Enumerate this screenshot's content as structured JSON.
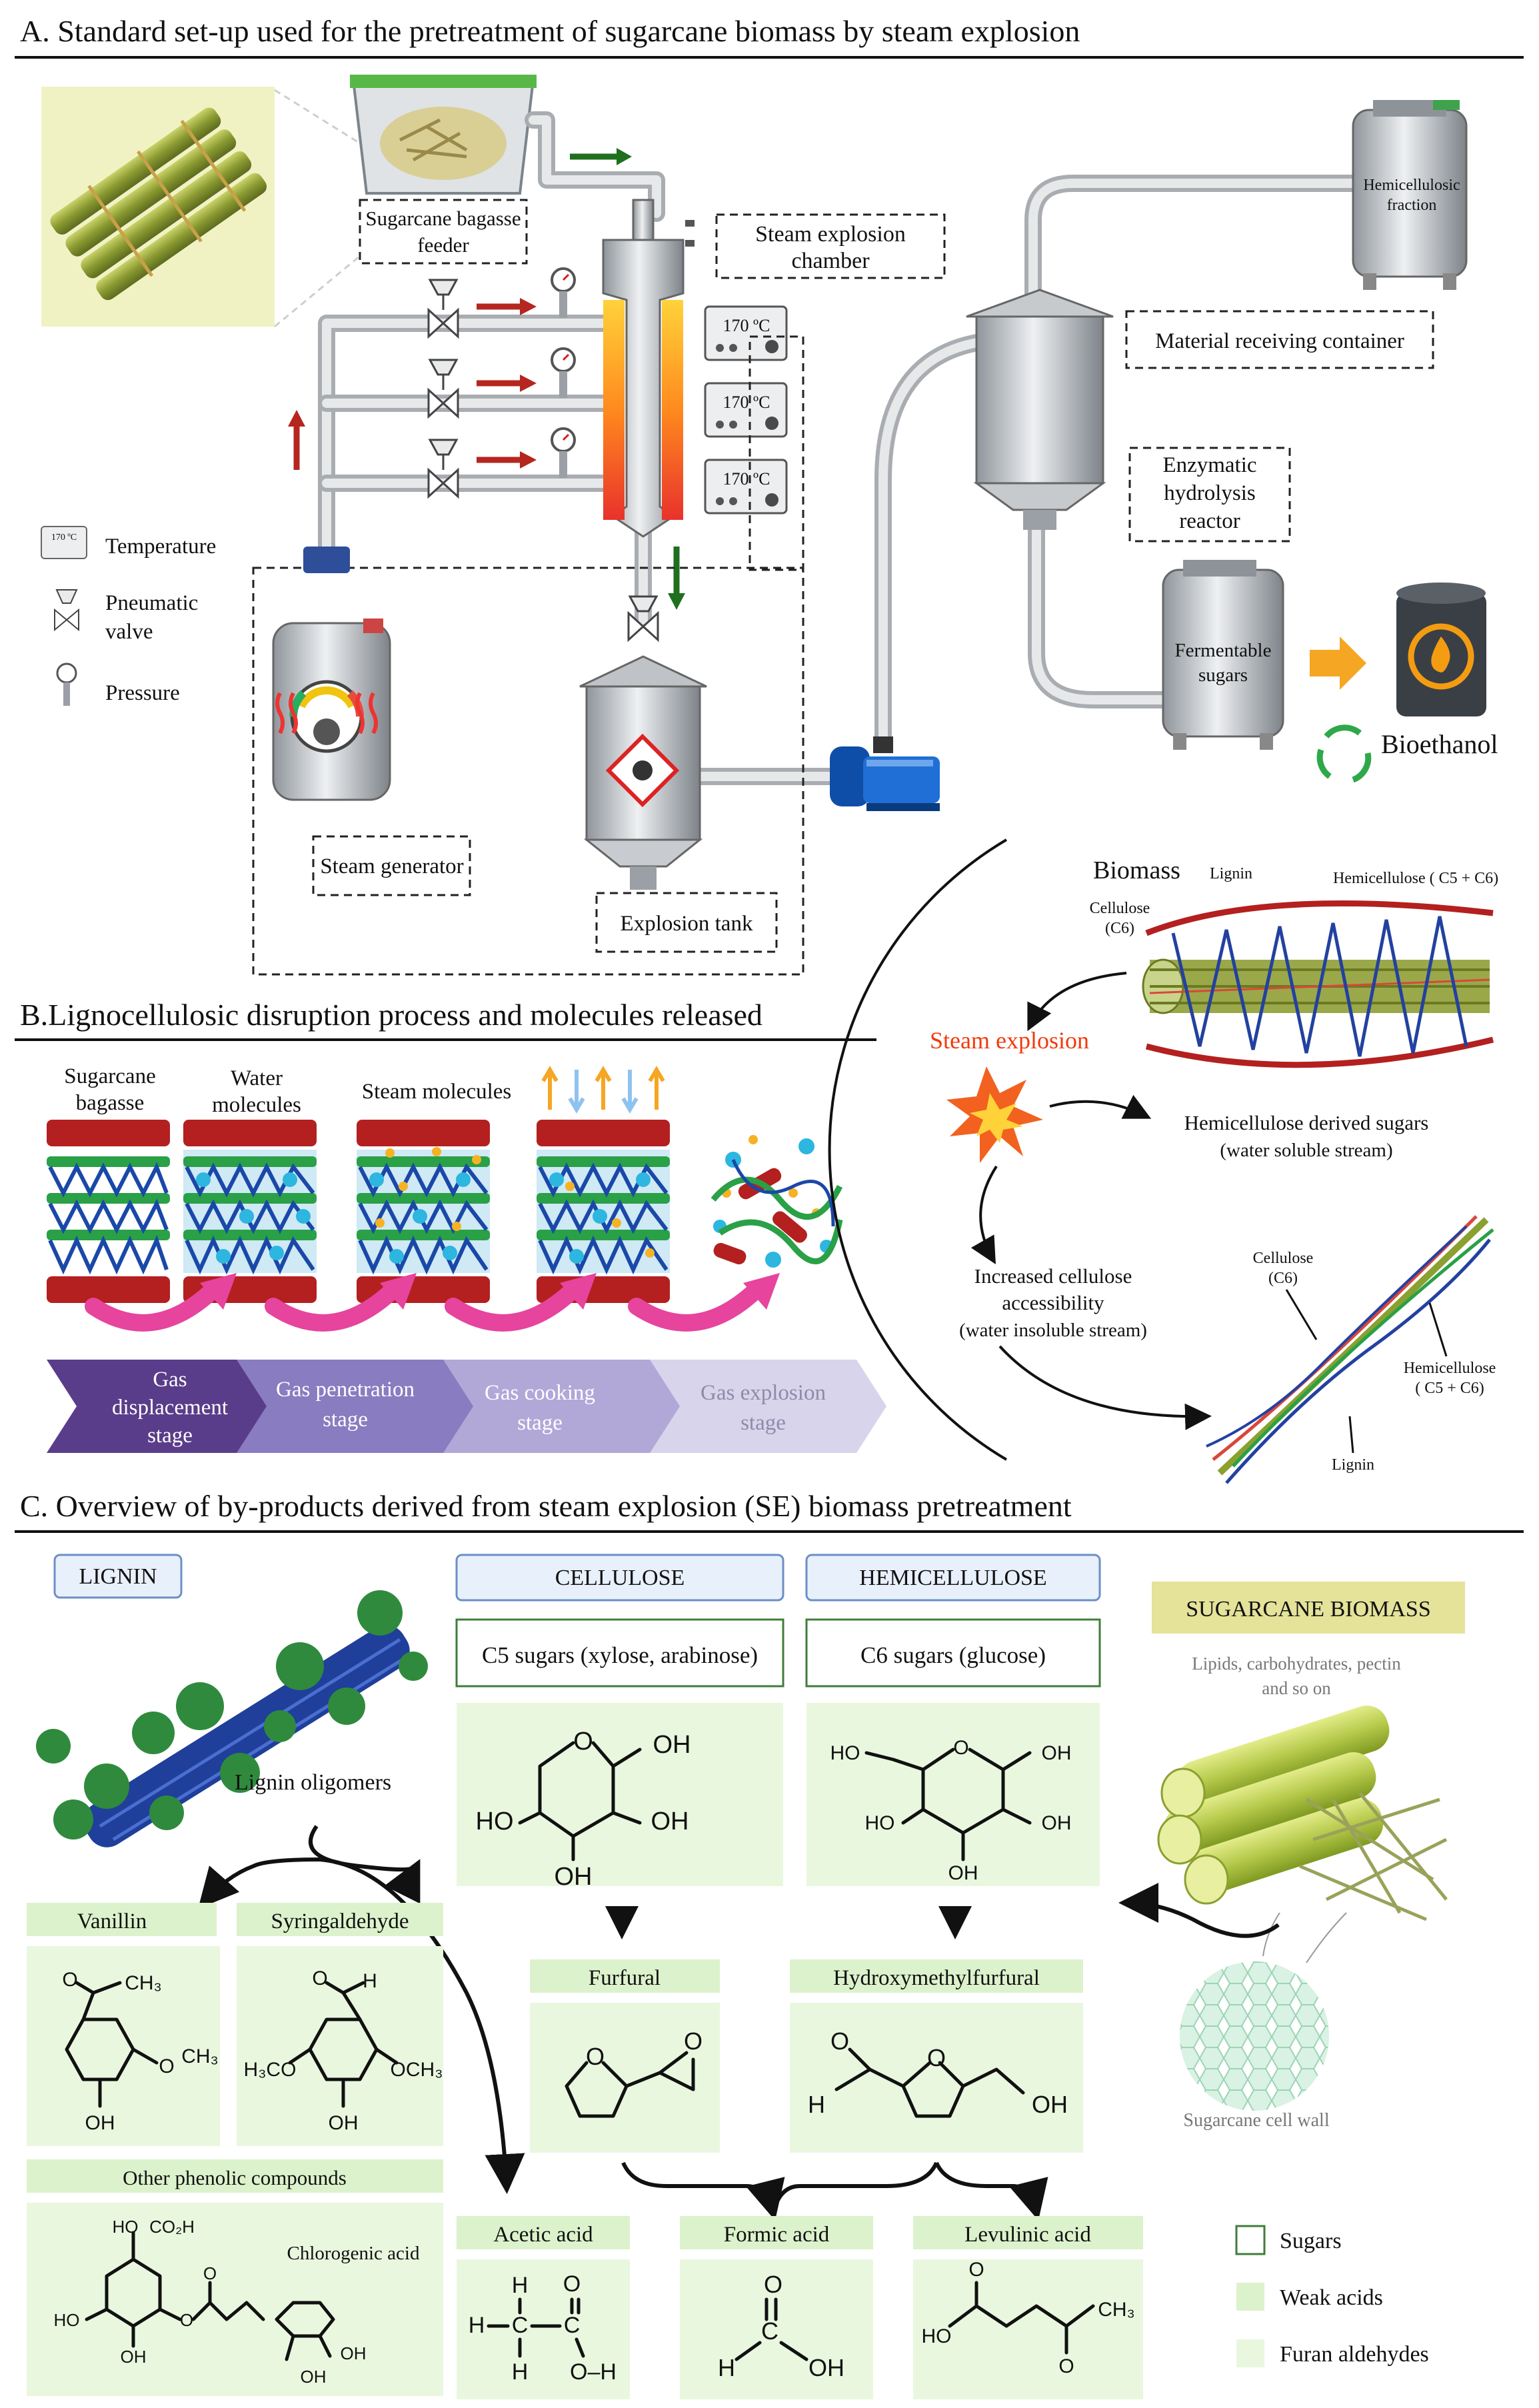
{
  "panel_a": {
    "title": "A. Standard set-up used for the pretreatment of sugarcane biomass by steam explosion",
    "feeder": [
      "Sugarcane bagasse",
      "feeder"
    ],
    "chamber": [
      "Steam explosion",
      "chamber"
    ],
    "receiving": "Material receiving container",
    "hemi_fraction": [
      "Hemicellulosic",
      "fraction"
    ],
    "enzymatic": [
      "Enzymatic",
      "hydrolysis",
      "reactor"
    ],
    "fermentable": [
      "Fermentable",
      "sugars"
    ],
    "bioethanol": "Bioethanol",
    "steam_generator": "Steam generator",
    "explosion_tank": "Explosion tank",
    "temp_display": "170 ºC",
    "legend": {
      "temperature": "Temperature",
      "pneumatic": [
        "Pneumatic",
        "valve"
      ],
      "pressure": "Pressure"
    }
  },
  "panel_b": {
    "title": "B.Lignocellulosic disruption process and molecules released",
    "stack_labels": [
      [
        "Sugarcane",
        "bagasse"
      ],
      [
        "Water",
        "molecules"
      ],
      [
        "Steam molecules"
      ]
    ],
    "stages": [
      [
        "Gas",
        "displacement",
        "stage"
      ],
      [
        "Gas penetration",
        "stage"
      ],
      [
        "Gas cooking",
        "stage"
      ],
      [
        "Gas explosion",
        "stage"
      ]
    ],
    "stage_colors": [
      "#5a3d8a",
      "#8a7cc0",
      "#b1a8d8",
      "#d8d4ec"
    ]
  },
  "panel_circle": {
    "biomass": "Biomass",
    "lignin": "Lignin",
    "hemicellulose": "Hemicellulose ( C5 + C6)",
    "cellulose": [
      "Cellulose",
      "(C6)"
    ],
    "steam_explosion": "Steam explosion",
    "hemi_sugars": [
      "Hemicellulose derived sugars",
      "(water soluble stream)"
    ],
    "cell_access": [
      "Increased cellulose",
      "accessibility",
      "(water insoluble stream)"
    ],
    "cellulose2": [
      "Cellulose",
      "(C6)"
    ],
    "hemi2": [
      "Hemicellulose",
      "( C5 + C6)"
    ],
    "lignin2": "Lignin"
  },
  "panel_c": {
    "title": "C. Overview of by-products derived from steam explosion (SE) biomass pretreatment",
    "lignin": "LIGNIN",
    "cellulose": "CELLULOSE",
    "hemicellulose": "HEMICELLULOSE",
    "sugarcane_biomass": "SUGARCANE BIOMASS",
    "biomass_desc": [
      "Lipids, carbohydrates, pectin",
      "and so on"
    ],
    "c5": "C5 sugars (xylose, arabinose)",
    "c6": "C6 sugars (glucose)",
    "lignin_oligomers": "Lignin oligomers",
    "vanillin": "Vanillin",
    "syringaldehyde": "Syringaldehyde",
    "other_phenolic": "Other phenolic compounds",
    "chlorogenic": "Chlorogenic acid",
    "furfural": "Furfural",
    "hmf": "Hydroxymethylfurfural",
    "acetic": "Acetic acid",
    "formic": "Formic acid",
    "levulinic": "Levulinic acid",
    "cell_wall": "Sugarcane cell wall",
    "legend": {
      "sugars": "Sugars",
      "weak_acids": "Weak acids",
      "furan": "Furan aldehydes"
    },
    "atoms": {
      "OH": "OH",
      "HO": "HO",
      "O": "O",
      "H": "H",
      "C": "C",
      "CH3": "CH₃",
      "H3CO": "H₃CO",
      "OCH3": "OCH₃",
      "CO2H": "CO₂H",
      "OH_bond": "O–H"
    }
  }
}
